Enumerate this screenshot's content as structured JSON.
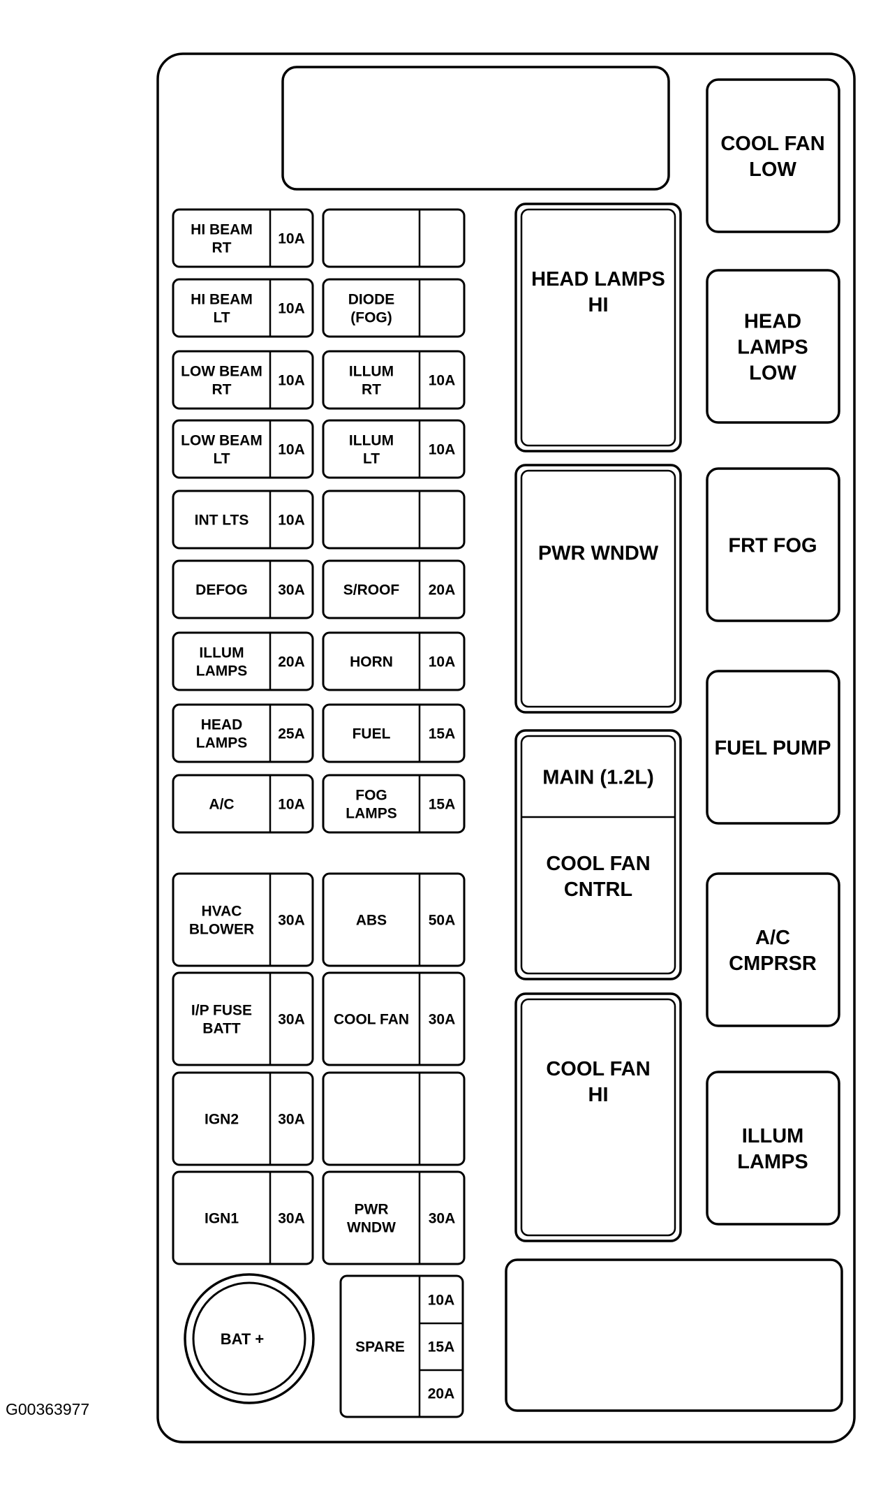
{
  "figure_id": "G00363977",
  "fuses_left": [
    {
      "name": [
        "HI BEAM",
        "RT"
      ],
      "rating": "10A"
    },
    {
      "name": [
        "HI BEAM",
        "LT"
      ],
      "rating": "10A"
    },
    {
      "name": [
        "LOW BEAM",
        "RT"
      ],
      "rating": "10A"
    },
    {
      "name": [
        "LOW BEAM",
        "LT"
      ],
      "rating": "10A"
    },
    {
      "name": [
        "INT LTS"
      ],
      "rating": "10A"
    },
    {
      "name": [
        "DEFOG"
      ],
      "rating": "30A"
    },
    {
      "name": [
        "ILLUM",
        "LAMPS"
      ],
      "rating": "20A"
    },
    {
      "name": [
        "HEAD",
        "LAMPS"
      ],
      "rating": "25A"
    },
    {
      "name": [
        "A/C"
      ],
      "rating": "10A"
    }
  ],
  "fuses_mid": [
    {
      "name": [],
      "rating": ""
    },
    {
      "name": [
        "DIODE",
        "(FOG)"
      ],
      "rating": ""
    },
    {
      "name": [
        "ILLUM",
        "RT"
      ],
      "rating": "10A"
    },
    {
      "name": [
        "ILLUM",
        "LT"
      ],
      "rating": "10A"
    },
    {
      "name": [],
      "rating": ""
    },
    {
      "name": [
        "S/ROOF"
      ],
      "rating": "20A"
    },
    {
      "name": [
        "HORN"
      ],
      "rating": "10A"
    },
    {
      "name": [
        "FUEL"
      ],
      "rating": "15A"
    },
    {
      "name": [
        "FOG",
        "LAMPS"
      ],
      "rating": "15A"
    }
  ],
  "maxi_left": [
    {
      "name": [
        "HVAC",
        "BLOWER"
      ],
      "rating": "30A"
    },
    {
      "name": [
        "I/P FUSE",
        "BATT"
      ],
      "rating": "30A"
    },
    {
      "name": [
        "IGN2"
      ],
      "rating": "30A"
    },
    {
      "name": [
        "IGN1"
      ],
      "rating": "30A"
    }
  ],
  "maxi_mid": [
    {
      "name": [
        "ABS"
      ],
      "rating": "50A"
    },
    {
      "name": [
        "COOL FAN"
      ],
      "rating": "30A"
    },
    {
      "name": [],
      "rating": ""
    },
    {
      "name": [
        "PWR",
        "WNDW"
      ],
      "rating": "30A"
    }
  ],
  "spare": {
    "label": "SPARE",
    "ratings": [
      "10A",
      "15A",
      "20A"
    ]
  },
  "battery": {
    "label": "BAT +"
  },
  "large_relays": [
    {
      "name": [
        "HEAD LAMPS",
        "HI"
      ]
    },
    {
      "name": [
        "PWR WNDW"
      ]
    },
    {
      "name": [
        "COOL FAN",
        "HI"
      ]
    }
  ],
  "split_relay": {
    "top": [
      "MAIN (1.2L)"
    ],
    "bottom": [
      "COOL FAN",
      "CNTRL"
    ]
  },
  "right_relays": [
    {
      "name": [
        "COOL FAN",
        "LOW"
      ]
    },
    {
      "name": [
        "HEAD",
        "LAMPS",
        "LOW"
      ]
    },
    {
      "name": [
        "FRT FOG"
      ]
    },
    {
      "name": [
        "FUEL PUMP"
      ]
    },
    {
      "name": [
        "A/C",
        "CMPRSR"
      ]
    },
    {
      "name": [
        "ILLUM",
        "LAMPS"
      ]
    }
  ]
}
